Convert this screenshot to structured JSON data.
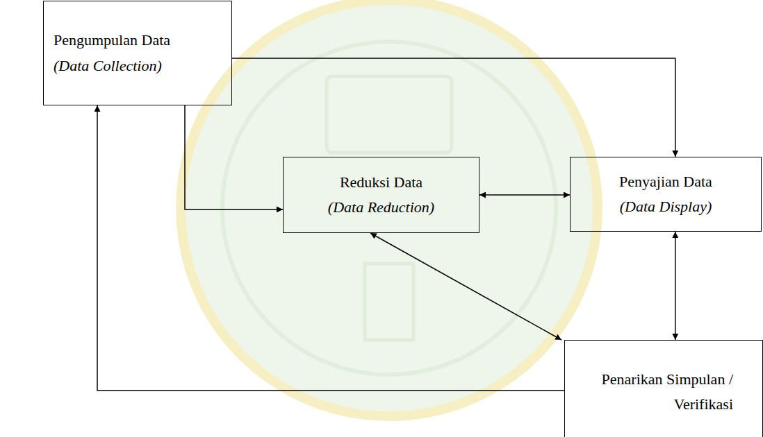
{
  "diagram": {
    "nodes": [
      {
        "text": [
          "Pengumpulan Data",
          "(Data Collection)"
        ]
      },
      {
        "text": [
          "Reduksi Data",
          "(Data Reduction)"
        ]
      },
      {
        "text": [
          "Penyajian Data",
          "(Data Display)"
        ]
      },
      {
        "text": [
          "Penarikan Simpulan / Verifikasi"
        ]
      }
    ],
    "edges": [
      {
        "from": 0,
        "to": 2,
        "arrow": "to"
      },
      {
        "from": 0,
        "to": 1,
        "arrow": "to"
      },
      {
        "from": 1,
        "to": 2,
        "arrow": "both"
      },
      {
        "from": 2,
        "to": 3,
        "arrow": "both"
      },
      {
        "from": 1,
        "to": 3,
        "arrow": "both"
      },
      {
        "from": 3,
        "to": 0,
        "arrow": "to"
      }
    ]
  }
}
